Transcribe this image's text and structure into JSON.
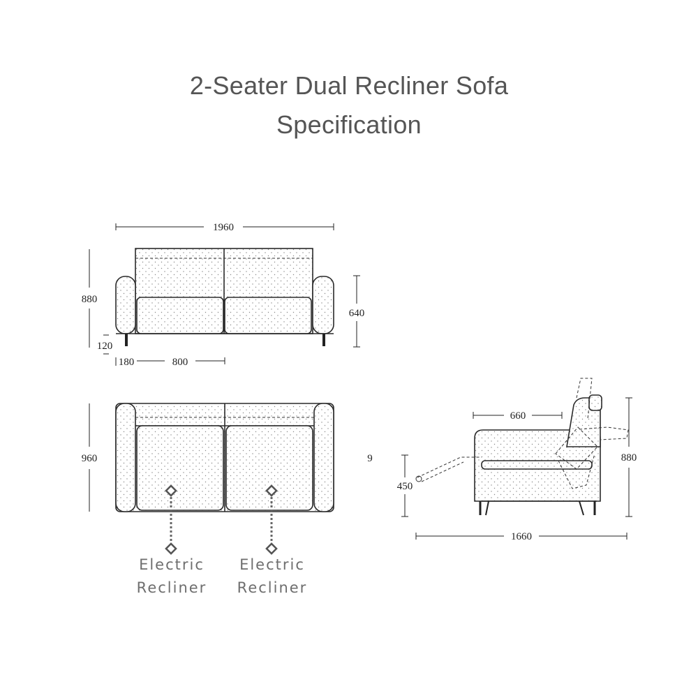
{
  "title_line1": "2-Seater Dual Recliner Sofa",
  "title_line2": "Specification",
  "front_view": {
    "width": "1960",
    "height": "880",
    "seat_height": "640",
    "leg_height": "120",
    "arm_width": "180",
    "seat_width": "800"
  },
  "top_view": {
    "depth": "960",
    "stray_mark": "9",
    "callout_left": {
      "line1": "Electric",
      "line2": "Recliner"
    },
    "callout_right": {
      "line1": "Electric",
      "line2": "Recliner"
    }
  },
  "side_view": {
    "seat_depth": "660",
    "height": "880",
    "seat_height": "450",
    "extended_length": "1660"
  }
}
